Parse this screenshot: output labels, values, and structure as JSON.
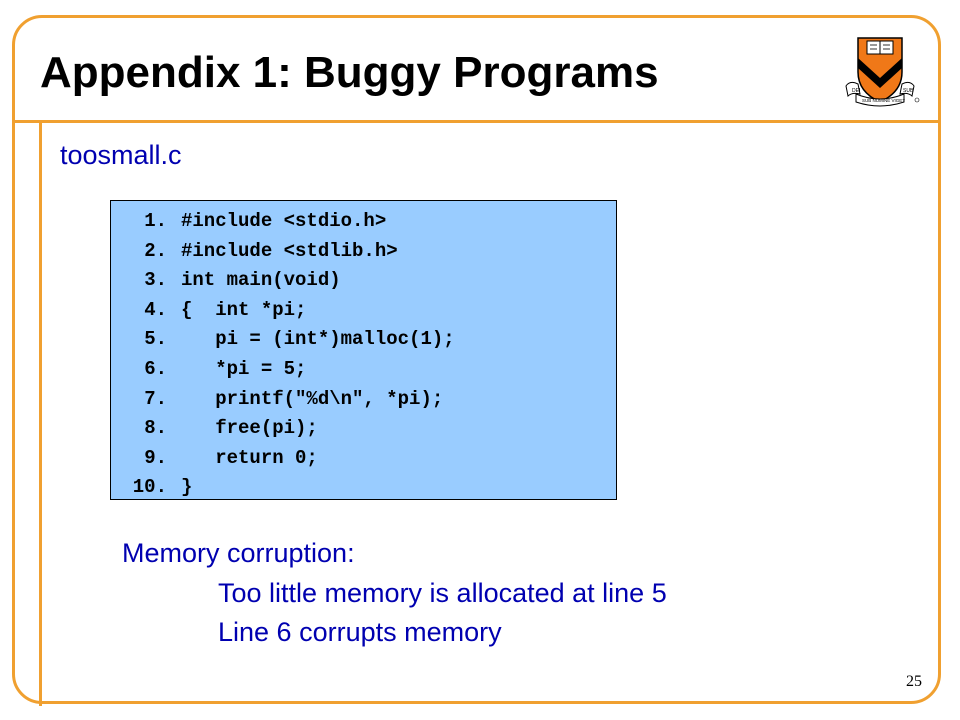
{
  "slide": {
    "title": "Appendix 1: Buggy Programs",
    "filename": "toosmall.c",
    "code_lines": [
      {
        "num": "1.",
        "text": "#include <stdio.h>"
      },
      {
        "num": "2.",
        "text": "#include <stdlib.h>"
      },
      {
        "num": "3.",
        "text": "int main(void)"
      },
      {
        "num": "4.",
        "text": "{  int *pi;"
      },
      {
        "num": "5.",
        "text": "   pi = (int*)malloc(1);"
      },
      {
        "num": "6.",
        "text": "   *pi = 5;"
      },
      {
        "num": "7.",
        "text": "   printf(\"%d\\n\", *pi);"
      },
      {
        "num": "8.",
        "text": "   free(pi);"
      },
      {
        "num": "9.",
        "text": "   return 0;"
      },
      {
        "num": "10.",
        "text": "}"
      }
    ],
    "explanation": {
      "heading": "Memory corruption:",
      "line1": "Too little memory is allocated at line 5",
      "line2": "Line 6 corrupts memory"
    },
    "page_number": "25",
    "logo": {
      "icon": "princeton-shield-icon",
      "upper_text": "DEI",
      "right_text": "SUB",
      "lower_text": "SUB NUMINE VIGET"
    }
  },
  "colors": {
    "accent": "#f0a030",
    "text_blue": "#0000b0",
    "code_bg": "#99ccff",
    "shield_orange": "#f07818"
  }
}
